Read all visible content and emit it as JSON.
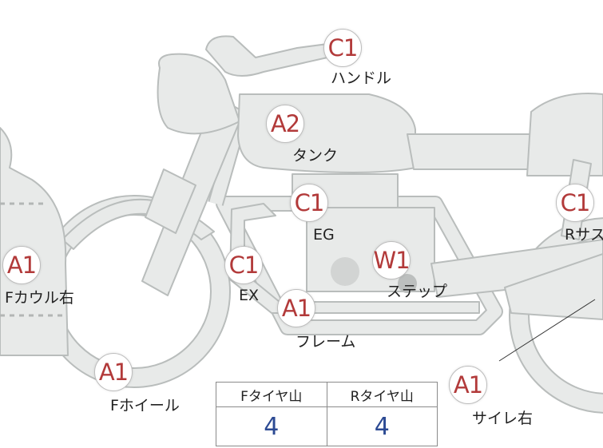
{
  "parts": [
    {
      "id": "handle",
      "grade": "C1",
      "label": "ハンドル"
    },
    {
      "id": "tank",
      "grade": "A2",
      "label": "タンク"
    },
    {
      "id": "engine",
      "grade": "C1",
      "label": "EG"
    },
    {
      "id": "exhaust",
      "grade": "C1",
      "label": "EX"
    },
    {
      "id": "step",
      "grade": "W1",
      "label": "ステップ"
    },
    {
      "id": "frame",
      "grade": "A1",
      "label": "フレーム"
    },
    {
      "id": "front-cowl-right",
      "grade": "A1",
      "label": "Fカウル右"
    },
    {
      "id": "front-wheel",
      "grade": "A1",
      "label": "Fホイール"
    },
    {
      "id": "rear-suspension",
      "grade": "C1",
      "label": "Rサス"
    },
    {
      "id": "silencer-right",
      "grade": "A1",
      "label": "サイレ右"
    }
  ],
  "tread_table": {
    "headers": [
      "Fタイヤ山",
      "Rタイヤ山"
    ],
    "values": [
      "4",
      "4"
    ]
  },
  "colors": {
    "bike_fill": "#e8eae9",
    "bike_stroke": "#b9bdbc",
    "grade_text": "#b23a3a",
    "tread_value": "#2c4a93"
  }
}
